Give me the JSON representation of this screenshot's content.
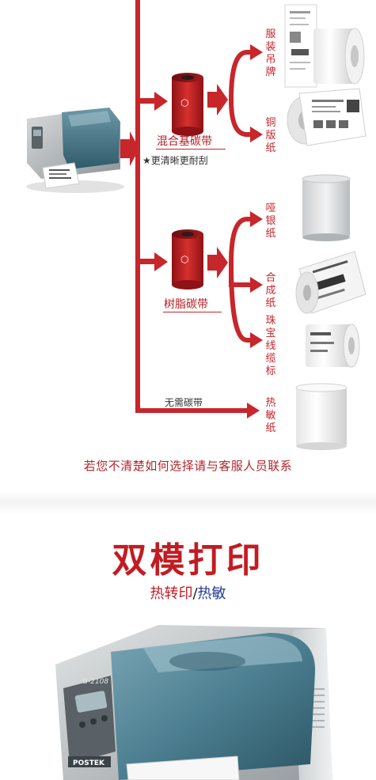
{
  "flow": {
    "ribbons": [
      {
        "label": "混合基碳带",
        "note": "★更清晰更耐刮"
      },
      {
        "label": "树脂碳带"
      }
    ],
    "no_ribbon": "无需碳带",
    "media_labels": [
      {
        "text": "服装吊牌"
      },
      {
        "text": "铜版纸"
      },
      {
        "text": "哑银纸"
      },
      {
        "text": "合成纸"
      },
      {
        "text": "珠宝线缆标"
      },
      {
        "text": "热敏纸"
      }
    ],
    "contact": "若您不清楚如何选择请与客服人员联系"
  },
  "dual_mode": {
    "title": "双模打印",
    "sub_red": "热转印",
    "sub_sep": "/",
    "sub_blue": "热敏",
    "printer_brand": "POSTEK",
    "printer_model": "G-2108"
  },
  "colors": {
    "accent_red": "#c21c22",
    "printer_teal": "#4c7f91"
  }
}
